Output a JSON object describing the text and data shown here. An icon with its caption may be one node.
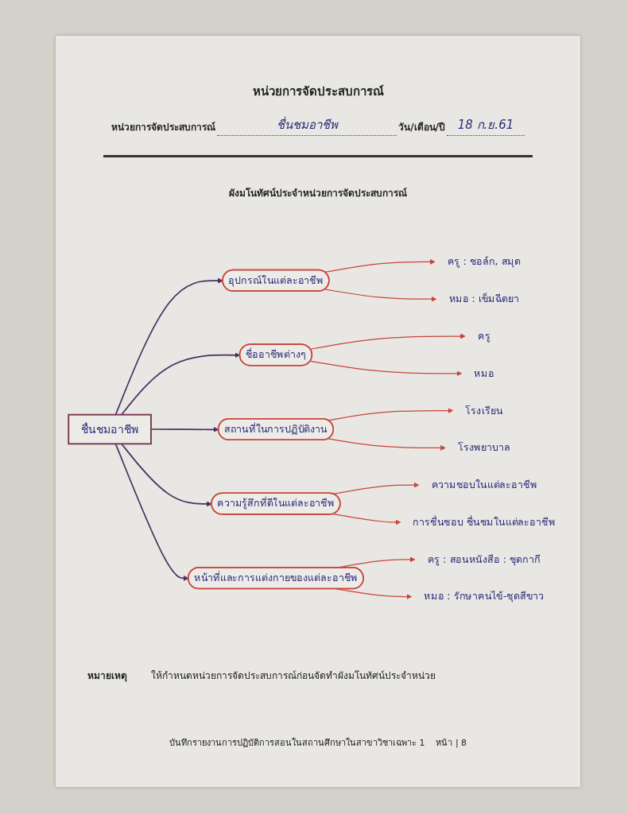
{
  "diagram": {
    "title": "หน่วยการจัดประสบการณ์",
    "nodes": [
      {
        "text": [
          "ชื่นชมอาชีพ"
        ]
      },
      {
        "text": [
          "อุปกรณ์ในแต่ละอาชีพ"
        ]
      },
      {
        "text": [
          "ครู : ชอล์ก, สมุด"
        ]
      },
      {
        "text": [
          "หมอ : เข็มฉีดยา"
        ]
      },
      {
        "text": [
          "ชื่ออาชีพต่างๆ"
        ]
      },
      {
        "text": [
          "ครู"
        ]
      },
      {
        "text": [
          "หมอ"
        ]
      },
      {
        "text": [
          "สถานที่ในการปฏิบัติงาน"
        ]
      },
      {
        "text": [
          "โรงเรียน"
        ]
      },
      {
        "text": [
          "โรงพยาบาล"
        ]
      },
      {
        "text": [
          "ความรู้สึกที่ดีในแต่ละอาชีพ"
        ]
      },
      {
        "text": [
          "ความชอบในแต่ละอาชีพ"
        ]
      },
      {
        "text": [
          "การชื่นชอบ ชื่นชมในแต่ละอาชีพ"
        ]
      },
      {
        "text": [
          "หน้าที่และการแต่งกายของแต่ละอาชีพ"
        ]
      },
      {
        "text": [
          "ครู : สอนหนังสือ : ชุดกากี"
        ]
      },
      {
        "text": [
          "หมอ : รักษาคนไข้-ชุดสีขาว"
        ]
      }
    ],
    "edges": [
      {
        "from": 0,
        "to": 1,
        "arrow": "to",
        "color": "#4b2f5e"
      },
      {
        "from": 0,
        "to": 4,
        "arrow": "to",
        "color": "#4b2f5e"
      },
      {
        "from": 0,
        "to": 7,
        "arrow": "to",
        "color": "#4b2f5e"
      },
      {
        "from": 0,
        "to": 10,
        "arrow": "to",
        "color": "#4b2f5e"
      },
      {
        "from": 0,
        "to": 13,
        "arrow": "to",
        "color": "#4b2f5e"
      },
      {
        "from": 1,
        "to": 2,
        "arrow": "to"
      },
      {
        "from": 1,
        "to": 3,
        "arrow": "to"
      },
      {
        "from": 4,
        "to": 5,
        "arrow": "to"
      },
      {
        "from": 4,
        "to": 6,
        "arrow": "to"
      },
      {
        "from": 7,
        "to": 8,
        "arrow": "to"
      },
      {
        "from": 7,
        "to": 9,
        "arrow": "to"
      },
      {
        "from": 10,
        "to": 11,
        "arrow": "to"
      },
      {
        "from": 10,
        "to": 12,
        "arrow": "to"
      },
      {
        "from": 13,
        "to": 14,
        "arrow": "to"
      },
      {
        "from": 13,
        "to": 15,
        "arrow": "to"
      }
    ],
    "labels": [
      "หน่วยการจัดประสบการณ์",
      "ชื่นชมอาชีพ",
      "วัน/เดือน/ปี",
      "18 ก.ย.61",
      "ผังมโนทัศน์ประจำหน่วยการจัดประสบการณ์",
      "หมายเหตุ",
      "ให้กำหนดหน่วยการจัดประสบการณ์ก่อนจัดทำผังมโนทัศน์ประจำหน่วย",
      "บันทึกรายงานการปฏิบัติการสอนในสถานศึกษาในสาขาวิชาเฉพาะ 1",
      "หน้า | 8"
    ]
  }
}
